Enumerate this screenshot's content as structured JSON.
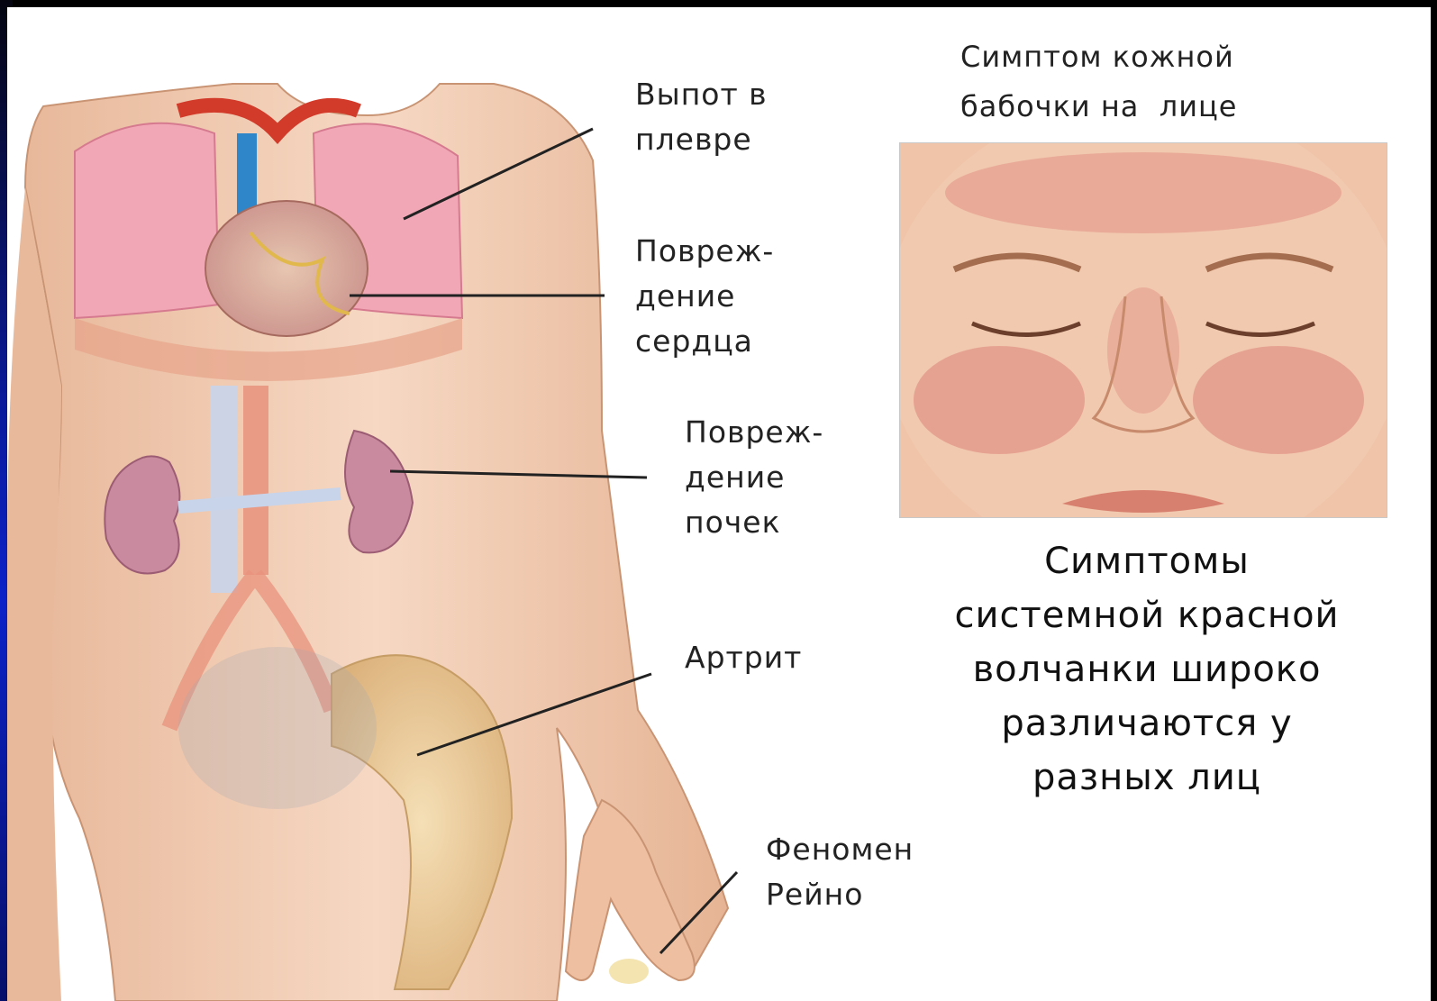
{
  "labels": {
    "pleura": "Выпот в\nплевре",
    "heart": "Повреж-\nдение\nсердца",
    "kidneys": "Повреж-\nдение\nпочек",
    "arthritis": "Артрит",
    "raynaud": "Феномен\nРейно"
  },
  "face_title": "Симптом кожной\nбабочки на  лице",
  "caption": "Симптомы\nсистемной красной\nволчанки широко\nразличаются у\nразных лиц",
  "colors": {
    "background": "#000000",
    "slide_edge": "#0b22c8",
    "panel": "#ffffff",
    "skin": "#f0c9ad",
    "lungs": "#f2a7b7",
    "kidneys": "#c98aa0",
    "rash": "#d9746e"
  }
}
